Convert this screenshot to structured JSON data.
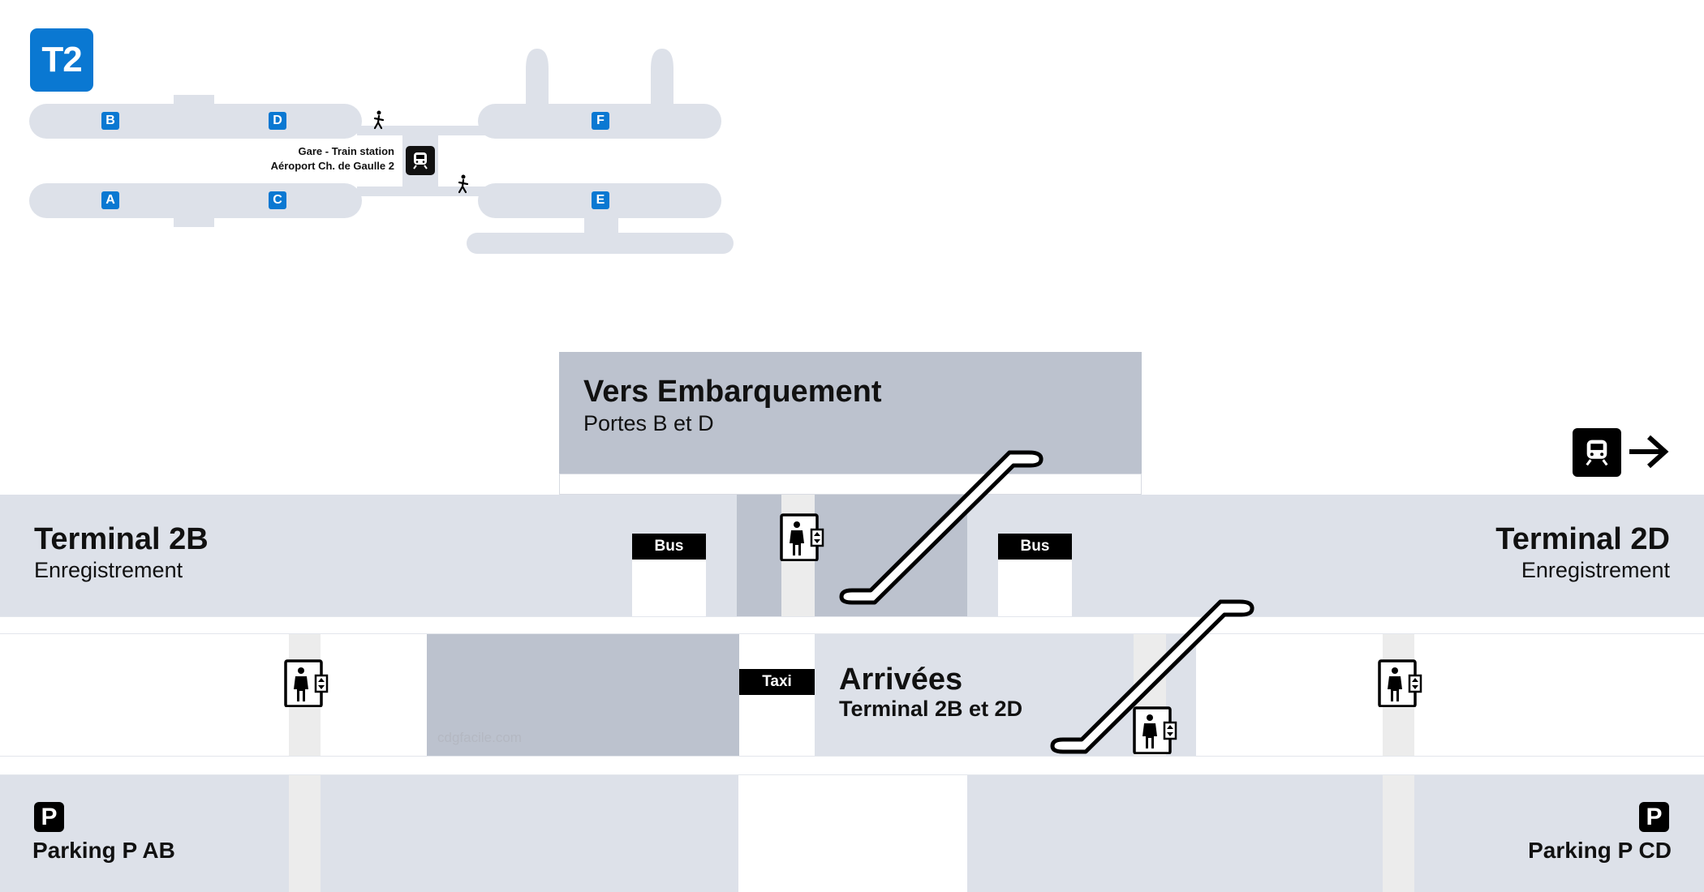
{
  "minimap": {
    "badge": "T2",
    "gates": [
      "A",
      "B",
      "C",
      "D",
      "E",
      "F"
    ],
    "station_line1": "Gare - Train station",
    "station_line2": "Aéroport Ch. de Gaulle 2"
  },
  "plan": {
    "boarding": {
      "title": "Vers Embarquement",
      "subtitle": "Portes B et D"
    },
    "terminal_2b": {
      "title": "Terminal 2B",
      "subtitle": "Enregistrement"
    },
    "terminal_2d": {
      "title": "Terminal 2D",
      "subtitle": "Enregistrement"
    },
    "arrivals": {
      "title": "Arrivées",
      "subtitle": "Terminal 2B et 2D"
    },
    "bus_left": "Bus",
    "bus_right": "Bus",
    "taxi": "Taxi",
    "watermark": "cdgfacile.com",
    "parking_left": {
      "icon": "P",
      "label": "Parking P AB"
    },
    "parking_right": {
      "icon": "P",
      "label": "Parking P CD"
    }
  },
  "icons": {
    "elevator": "elevator-icon",
    "escalator": "escalator-icon",
    "train": "train-icon",
    "arrow": "arrow-right-icon",
    "walk": "pedestrian-icon"
  },
  "colors": {
    "gate_blue": "#0a78d2",
    "terminal_light": "#dde1e9",
    "terminal_mid": "#bcc2ce",
    "sign_black": "#000000"
  }
}
